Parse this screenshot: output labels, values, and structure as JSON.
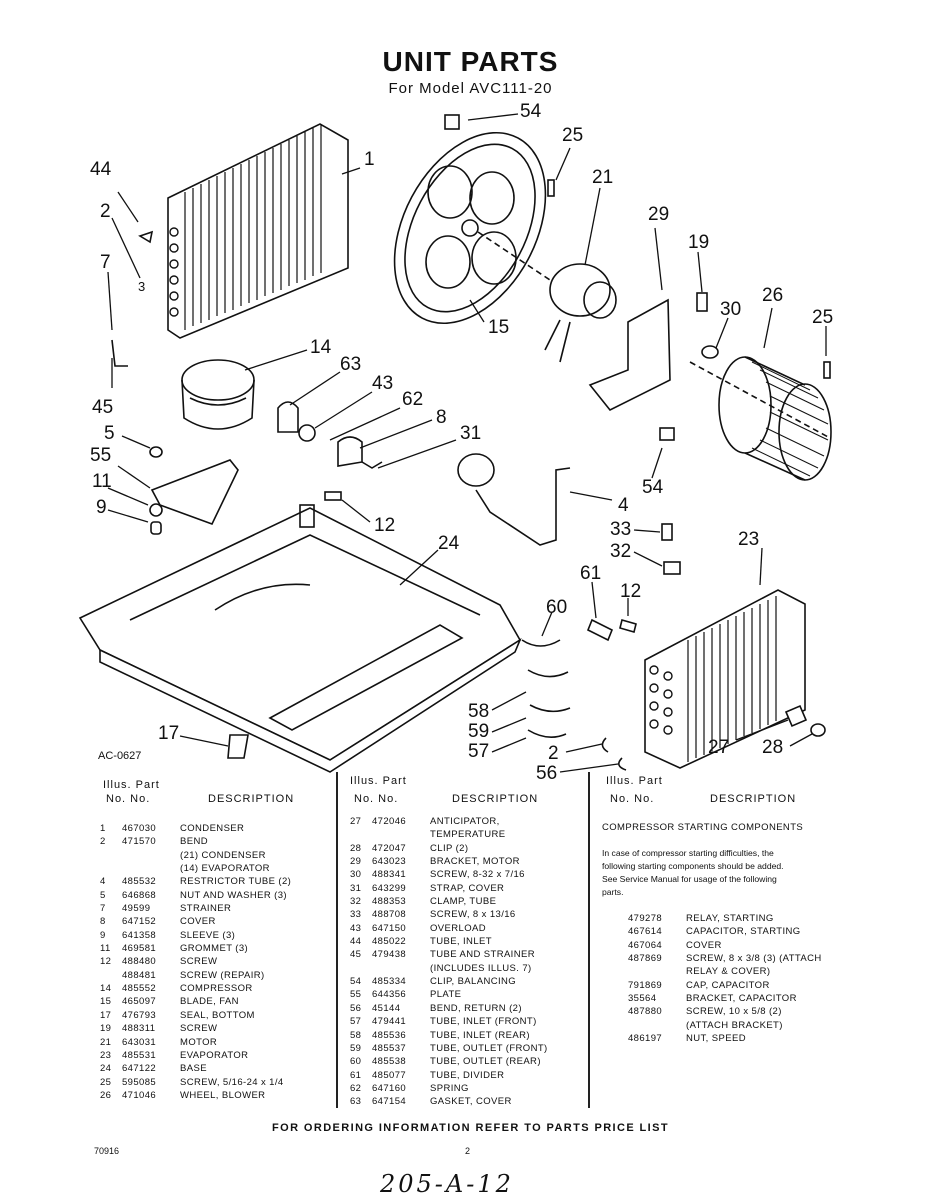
{
  "header": {
    "title": "UNIT PARTS",
    "subtitle": "For Model AVC111-20"
  },
  "diagram": {
    "figure_code": "AC-0627",
    "callouts": [
      "54",
      "25",
      "1",
      "21",
      "44",
      "2",
      "29",
      "19",
      "7",
      "3",
      "30",
      "26",
      "25",
      "15",
      "14",
      "63",
      "43",
      "62",
      "8",
      "31",
      "45",
      "5",
      "55",
      "11",
      "9",
      "54",
      "4",
      "12",
      "33",
      "32",
      "24",
      "23",
      "61",
      "12",
      "60",
      "58",
      "59",
      "57",
      "2",
      "27",
      "28",
      "56",
      "17"
    ]
  },
  "columns": {
    "col1_heading": [
      "Illus.  Part",
      "No.    No.",
      "DESCRIPTION"
    ],
    "col2_heading": [
      "Illus.  Part",
      "No.    No.",
      "DESCRIPTION"
    ],
    "col3_heading": [
      "Illus.  Part",
      "No.    No.",
      "DESCRIPTION"
    ]
  },
  "parts_left": [
    [
      "1",
      "467030",
      "CONDENSER"
    ],
    [
      "2",
      "471570",
      "BEND"
    ],
    [
      "",
      "",
      "(21) CONDENSER"
    ],
    [
      "",
      "",
      "(14) EVAPORATOR"
    ],
    [
      "4",
      "485532",
      "RESTRICTOR TUBE (2)"
    ],
    [
      "5",
      "646868",
      "NUT AND WASHER (3)"
    ],
    [
      "7",
      "49599",
      "STRAINER"
    ],
    [
      "8",
      "647152",
      "COVER"
    ],
    [
      "9",
      "641358",
      "SLEEVE (3)"
    ],
    [
      "11",
      "469581",
      "GROMMET (3)"
    ],
    [
      "12",
      "488480",
      "SCREW"
    ],
    [
      "",
      "488481",
      "SCREW (REPAIR)"
    ],
    [
      "14",
      "485552",
      "COMPRESSOR"
    ],
    [
      "15",
      "465097",
      "BLADE, FAN"
    ],
    [
      "17",
      "476793",
      "SEAL, BOTTOM"
    ],
    [
      "19",
      "488311",
      "SCREW"
    ],
    [
      "21",
      "643031",
      "MOTOR"
    ],
    [
      "23",
      "485531",
      "EVAPORATOR"
    ],
    [
      "24",
      "647122",
      "BASE"
    ],
    [
      "25",
      "595085",
      "SCREW, 5/16-24 x 1/4"
    ],
    [
      "26",
      "471046",
      "WHEEL, BLOWER"
    ]
  ],
  "parts_middle": [
    [
      "27",
      "472046",
      "ANTICIPATOR,"
    ],
    [
      "",
      "",
      "TEMPERATURE"
    ],
    [
      "28",
      "472047",
      "CLIP (2)"
    ],
    [
      "29",
      "643023",
      "BRACKET, MOTOR"
    ],
    [
      "30",
      "488341",
      "SCREW, 8-32 x 7/16"
    ],
    [
      "31",
      "643299",
      "STRAP, COVER"
    ],
    [
      "32",
      "488353",
      "CLAMP, TUBE"
    ],
    [
      "33",
      "488708",
      "SCREW, 8 x 13/16"
    ],
    [
      "43",
      "647150",
      "OVERLOAD"
    ],
    [
      "44",
      "485022",
      "TUBE, INLET"
    ],
    [
      "45",
      "479438",
      "TUBE AND STRAINER"
    ],
    [
      "",
      "",
      "(INCLUDES ILLUS. 7)"
    ],
    [
      "54",
      "485334",
      "CLIP, BALANCING"
    ],
    [
      "55",
      "644356",
      "PLATE"
    ],
    [
      "56",
      "45144",
      "BEND, RETURN (2)"
    ],
    [
      "57",
      "479441",
      "TUBE, INLET (FRONT)"
    ],
    [
      "58",
      "485536",
      "TUBE, INLET (REAR)"
    ],
    [
      "59",
      "485537",
      "TUBE, OUTLET (FRONT)"
    ],
    [
      "60",
      "485538",
      "TUBE, OUTLET (REAR)"
    ],
    [
      "61",
      "485077",
      "TUBE, DIVIDER"
    ],
    [
      "62",
      "647160",
      "SPRING"
    ],
    [
      "63",
      "647154",
      "GASKET, COVER"
    ]
  ],
  "starting": {
    "heading": "COMPRESSOR STARTING COMPONENTS",
    "note": [
      "In case of compressor starting difficulties, the",
      "following starting components should be added.",
      "See Service Manual for usage of the following",
      "parts."
    ],
    "items": [
      [
        "479278",
        "RELAY, STARTING"
      ],
      [
        "467614",
        "CAPACITOR, STARTING"
      ],
      [
        "467064",
        "COVER"
      ],
      [
        "487869",
        "SCREW, 8 x 3/8 (3) (ATTACH"
      ],
      [
        "",
        "RELAY & COVER)"
      ],
      [
        "791869",
        "CAP, CAPACITOR"
      ],
      [
        "35564",
        "BRACKET, CAPACITOR"
      ],
      [
        "487880",
        "SCREW, 10 x 5/8 (2)"
      ],
      [
        "",
        "(ATTACH BRACKET)"
      ],
      [
        "486197",
        "NUT, SPEED"
      ]
    ]
  },
  "footer": {
    "ordering": "FOR ORDERING INFORMATION REFER TO PARTS PRICE LIST",
    "code": "70916",
    "page": "2",
    "handwritten": "205-A-12"
  }
}
